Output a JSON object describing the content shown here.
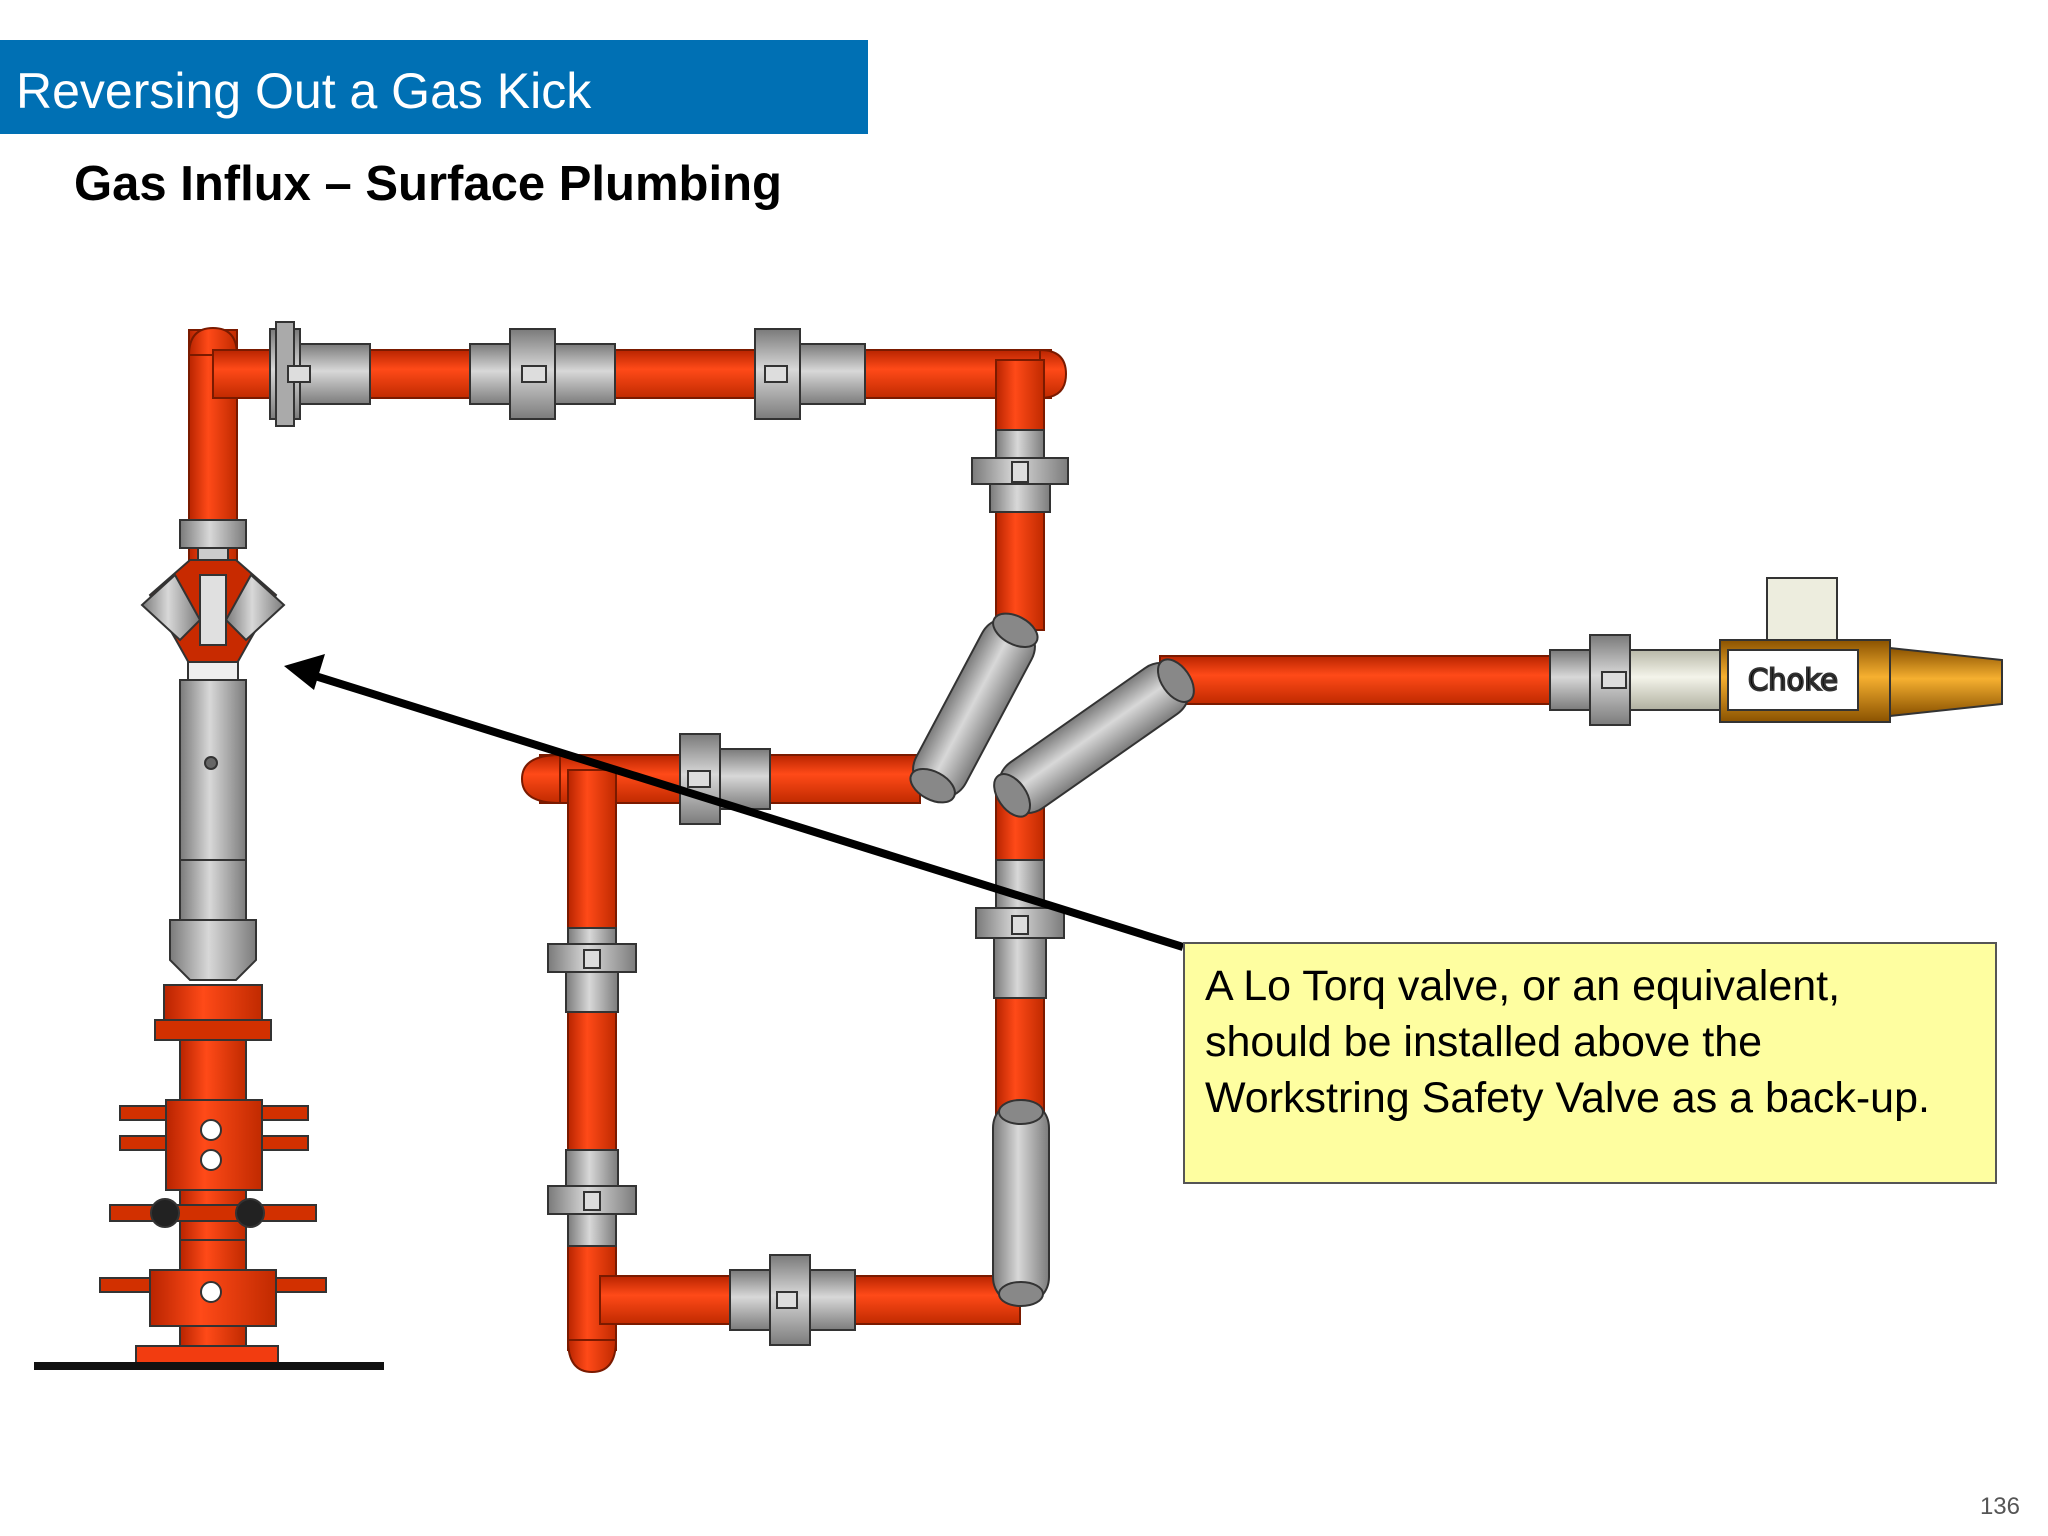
{
  "slide": {
    "title": "Reversing Out a Gas Kick",
    "subtitle": "Gas Influx – Surface Plumbing",
    "page_number": "136"
  },
  "diagram": {
    "choke_label": "Choke",
    "callout_text": "A Lo  Torq valve, or an equivalent, should be installed above the Workstring Safety Valve as a back-up."
  },
  "colors": {
    "title_bar": "#0070b4",
    "pipe_red": "#f23c10",
    "pipe_dark": "#7a1a00",
    "steel_gray": "#9a9a9a",
    "choke_orange": "#f39a10",
    "callout_bg": "#fefea0"
  }
}
